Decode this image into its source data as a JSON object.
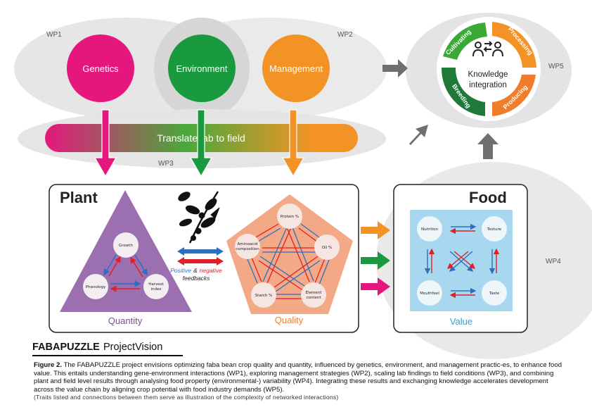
{
  "wp_labels": {
    "wp1": "WP1",
    "wp2": "WP2",
    "wp3": "WP3",
    "wp4": "WP4",
    "wp5": "WP5"
  },
  "factors": {
    "genetics": "Genetics",
    "environment": "Environment",
    "management": "Management"
  },
  "translate_bar": "Translate lab to field",
  "cycle": {
    "center_line1": "Knowledge",
    "center_line2": "integration",
    "segments": [
      "Cultivating",
      "Processing",
      "Producing",
      "Breeding"
    ]
  },
  "plant": {
    "title": "Plant",
    "quantity_label": "Quantity",
    "quantity_nodes": {
      "growth": "Growth",
      "phenology": "Phenology",
      "harvest_line1": "Harvest",
      "harvest_line2": "index"
    },
    "quality_label": "Quality",
    "quality_nodes": {
      "protein": "Protein %",
      "oil": "Oil %",
      "element_line1": "Element",
      "element_line2": "content",
      "starch": "Starch %",
      "amino_line1": "Aminoacid",
      "amino_line2": "composition"
    },
    "feedback": {
      "positive": "Positive",
      "amp": "&",
      "negative": "negative",
      "feedbacks": "feedbacks"
    }
  },
  "food": {
    "title": "Food",
    "value_label": "Value",
    "nodes": {
      "nutrition": "Nutrition",
      "texture": "Texture",
      "mouthfeel": "Mouthfeel",
      "taste": "Taste"
    }
  },
  "project_title": {
    "bold": "FABAPUZZLE",
    "light": "ProjectVision"
  },
  "caption": {
    "fig_label": "Figure 2.",
    "text": " The FABAPUZZLE project envisions optimizing faba bean crop quality and quantity, influenced by genetics, environment, and management practic-es, to enhance food value. This entails understanding gene-environment interactions (WP1), exploring management strategies (WP2), scaling lab findings to field conditions (WP3), and combining plant and field level results through analysing food property (environmental-) variability (WP4).  Integrating these results and exchanging knowledge accelerates development across the value chain by aligning crop potential with food industry demands (WP5).",
    "note": "(Traits listed and connections between them serve as illustration of the complexity of networked interactions)"
  },
  "colors": {
    "genetics": "#e5177e",
    "environment": "#1a9a3e",
    "management": "#f39325",
    "quantity": "#9b6fb0",
    "quality": "#f4a986",
    "food_bg": "#a8d8ef",
    "grey_ellipse": "#e4e4e4",
    "grey_arrow": "#6f6f6f",
    "blue_arrow": "#2a6fc4",
    "red_arrow": "#e01f26"
  }
}
